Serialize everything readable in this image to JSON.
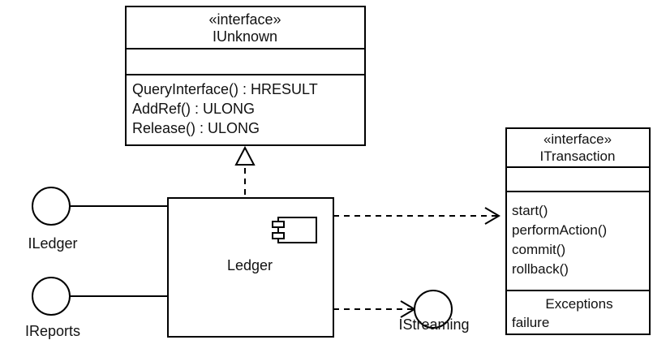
{
  "iunknown": {
    "stereotype": "«interface»",
    "name": "IUnknown",
    "operations": [
      "QueryInterface() : HRESULT",
      "AddRef() : ULONG",
      "Release() : ULONG"
    ]
  },
  "itransaction": {
    "stereotype": "«interface»",
    "name": "ITransaction",
    "operations": [
      "start()",
      "performAction()",
      "commit()",
      "rollback()"
    ],
    "exceptions_header": "Exceptions",
    "exceptions": [
      "failure"
    ]
  },
  "component": {
    "name": "Ledger",
    "icon": "component-icon"
  },
  "provided_interfaces": [
    "ILedger",
    "IReports"
  ],
  "required_interface": "IStreaming"
}
